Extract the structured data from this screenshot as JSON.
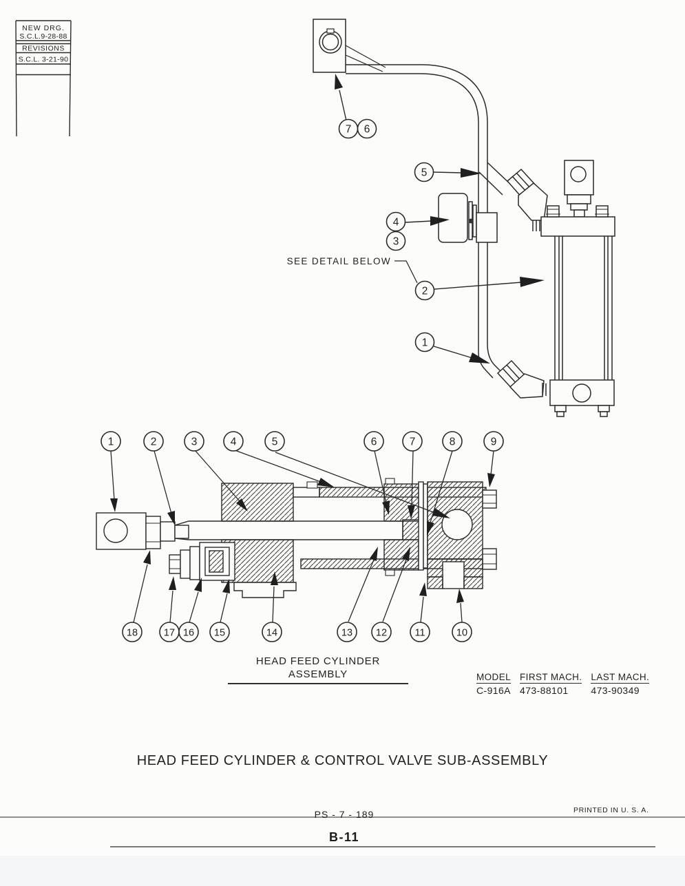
{
  "revision_block": {
    "rows": [
      "NEW DRG.",
      "S.C.L.9-28-88",
      "REVISIONS",
      "S.C.L. 3-21-90"
    ]
  },
  "upper_diagram": {
    "note": "SEE DETAIL BELOW",
    "callouts": [
      "7",
      "6",
      "5",
      "4",
      "3",
      "2",
      "1"
    ]
  },
  "lower_diagram": {
    "caption": "HEAD FEED CYLINDER ASSEMBLY",
    "callouts_top": [
      "1",
      "2",
      "3",
      "4",
      "5",
      "6",
      "7",
      "8",
      "9"
    ],
    "callouts_bottom": [
      "18",
      "17",
      "16",
      "15",
      "14",
      "13",
      "12",
      "11",
      "10"
    ]
  },
  "model_table": {
    "headers": [
      "MODEL",
      "FIRST MACH.",
      "LAST MACH."
    ],
    "values": [
      "C-916A",
      "473-88101",
      "473-90349"
    ]
  },
  "title": "HEAD FEED CYLINDER & CONTROL VALVE SUB-ASSEMBLY",
  "footer": {
    "doc_number": "PS - 7 - 189",
    "printed_note": "PRINTED IN U. S. A.",
    "page_number": "B-11"
  },
  "colors": {
    "ink": "#262626",
    "paper": "#fcfcfa"
  }
}
